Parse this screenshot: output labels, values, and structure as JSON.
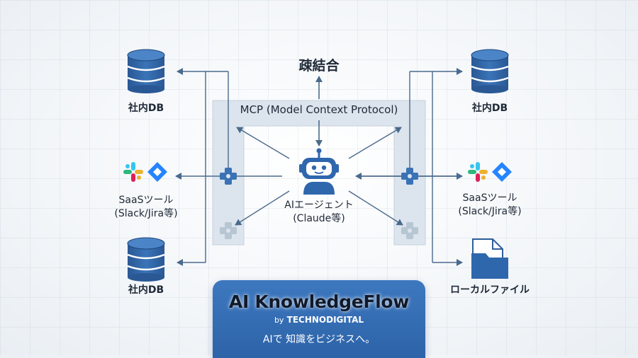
{
  "diagram": {
    "loose_coupling": "疎結合",
    "mcp_title": "MCP (Model Context Protocol)",
    "agent": {
      "line1": "AIエージェント",
      "line2": "(Claude等)"
    },
    "left": {
      "db_top": "社内DB",
      "saas_line1": "SaaSツール",
      "saas_line2": "(Slack/Jira等)",
      "db_bottom": "社内DB"
    },
    "right": {
      "db_top": "社内DB",
      "saas_line1": "SaaSツール",
      "saas_line2": "(Slack/Jira等)",
      "local_file": "ローカルファイル"
    },
    "brand": {
      "title": "AI KnowledgeFlow",
      "by": "by",
      "company": "TECHNODIGITAL",
      "tagline": "AIで 知識をビジネスへ。"
    }
  },
  "colors": {
    "accent": "#2f67ad",
    "db_blue": "#2e5f9c",
    "arrow": "#4a6a8c",
    "mcp_panel": "#dde5ee"
  },
  "icons": [
    "database-icon",
    "slack-icon",
    "jira-icon",
    "robot-icon",
    "connector-icon",
    "folder-file-icon"
  ]
}
